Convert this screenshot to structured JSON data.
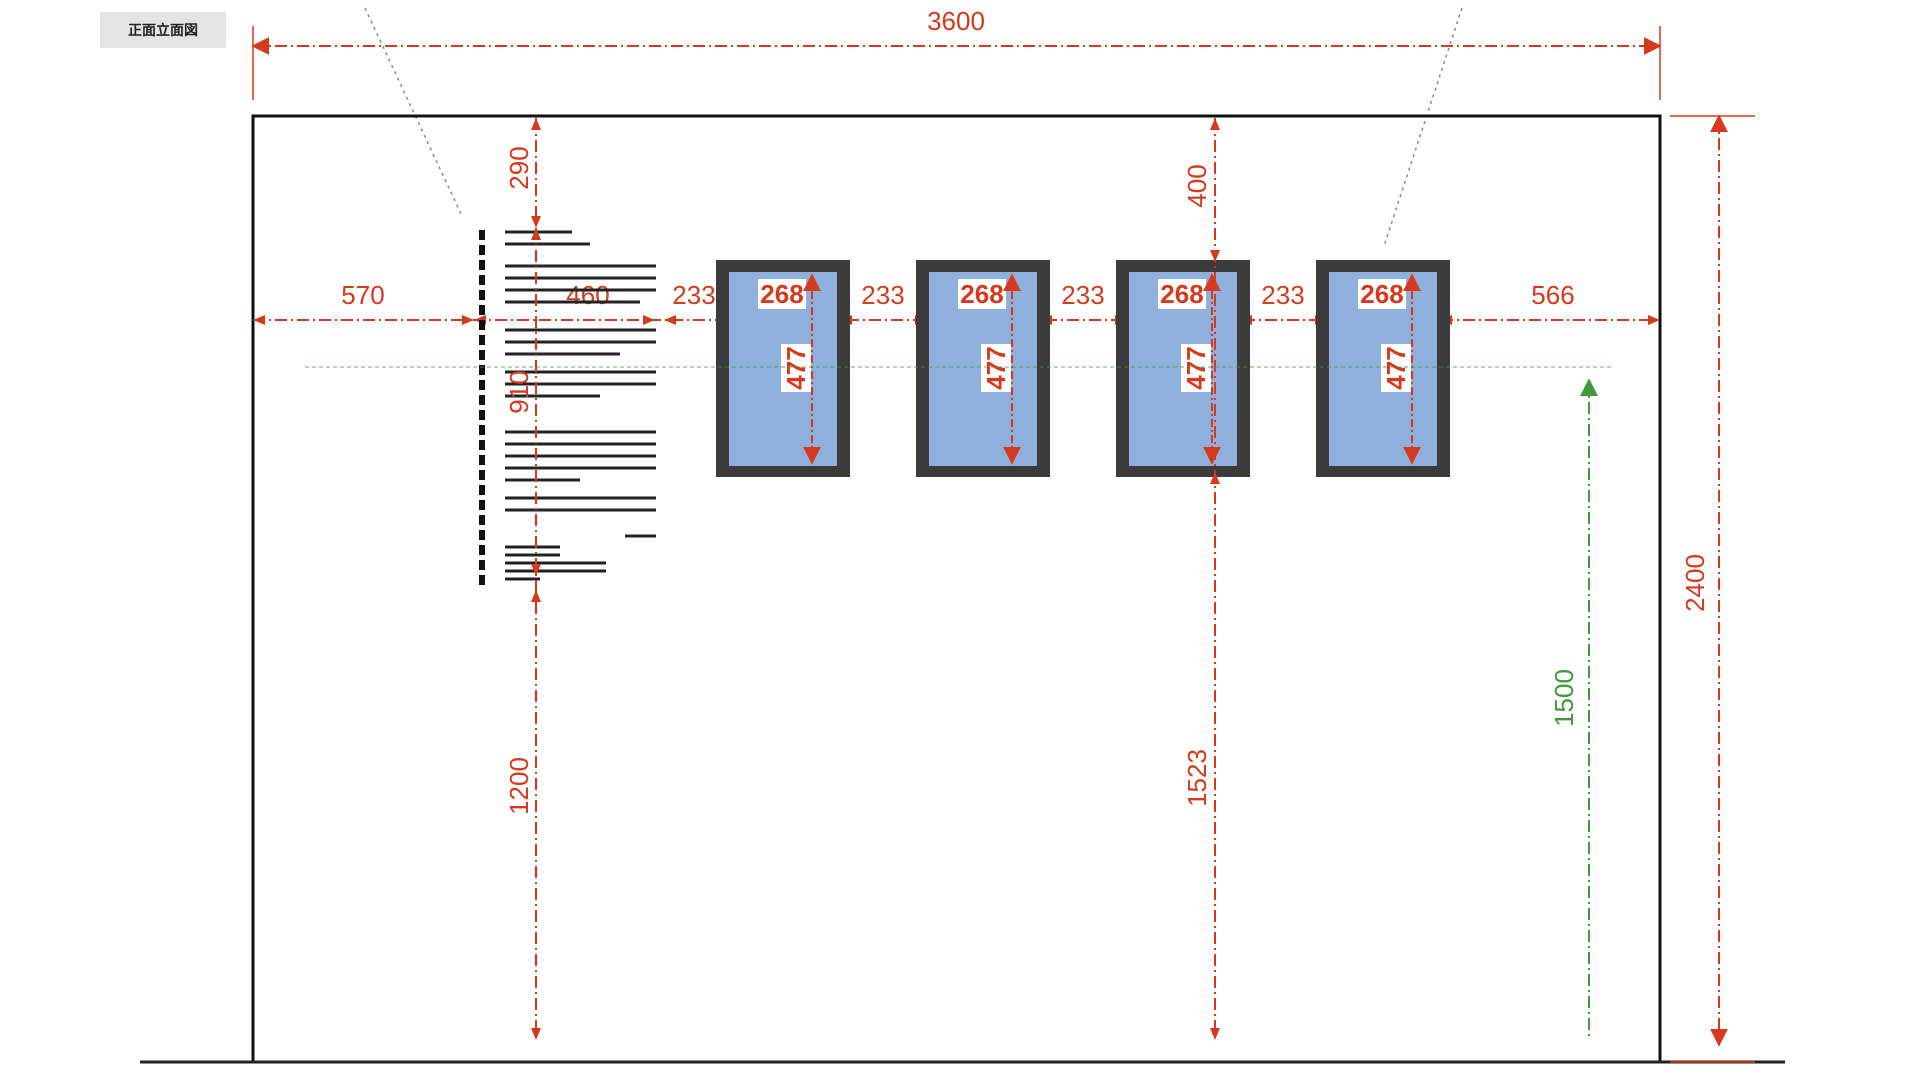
{
  "drawing": {
    "tag": "正面立面図"
  },
  "dimensions": {
    "total_width": "3600",
    "total_height": "2400",
    "left_margin": "570",
    "text_panel_width": "460",
    "gap": "233",
    "frame_width": "268",
    "frame_height": "477",
    "right_margin": "566",
    "text_top": "290",
    "text_panel_height": "910",
    "text_bottom": "1200",
    "frame_top": "400",
    "frame_bottom": "1523",
    "eye_level": "1500"
  },
  "frames": [
    {
      "id": "frame-1"
    },
    {
      "id": "frame-2"
    },
    {
      "id": "frame-3"
    },
    {
      "id": "frame-4"
    }
  ],
  "colors": {
    "dimension": "#d53a1e",
    "guide": "#3f9a3a",
    "frame_border": "#3b3b3b",
    "frame_fill": "#8fb0dc",
    "wall": "#000000"
  }
}
